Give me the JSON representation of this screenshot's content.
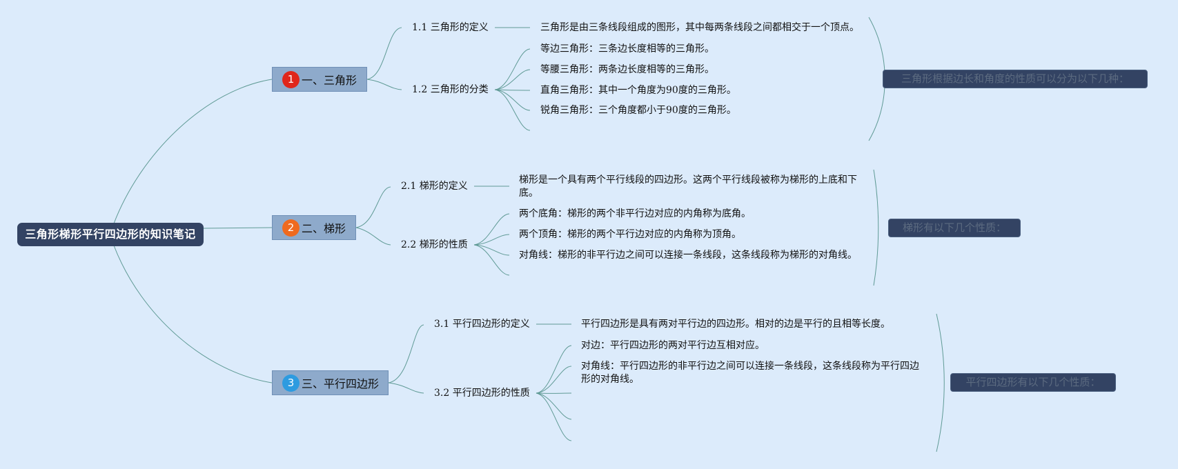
{
  "root": {
    "title": "三角形梯形平行四边形的知识笔记"
  },
  "branches": [
    {
      "number": "1",
      "color": "#e0271b",
      "title": "一、三角形",
      "subs": [
        {
          "label": "1.1 三角形的定义",
          "leaves": [
            "三角形是由三条线段组成的图形，其中每两条线段之间都相交于一个顶点。"
          ]
        },
        {
          "label": "1.2 三角形的分类",
          "leaves": [
            "等边三角形：三条边长度相等的三角形。",
            "等腰三角形：两条边长度相等的三角形。",
            "直角三角形：其中一个角度为90度的三角形。",
            "锐角三角形：三个角度都小于90度的三角形。"
          ]
        }
      ],
      "summary": "三角形根据边长和角度的性质可以分为以下几种："
    },
    {
      "number": "2",
      "color": "#ef6a1f",
      "title": "二、梯形",
      "subs": [
        {
          "label": "2.1 梯形的定义",
          "leaves": [
            "梯形是一个具有两个平行线段的四边形。这两个平行线段被称为梯形的上底和下底。"
          ]
        },
        {
          "label": "2.2 梯形的性质",
          "leaves": [
            "两个底角：梯形的两个非平行边对应的内角称为底角。",
            "两个顶角：梯形的两个平行边对应的内角称为顶角。",
            "对角线：梯形的非平行边之间可以连接一条线段，这条线段称为梯形的对角线。"
          ]
        }
      ],
      "summary": "梯形有以下几个性质："
    },
    {
      "number": "3",
      "color": "#2d9be0",
      "title": "三、平行四边形",
      "subs": [
        {
          "label": "3.1 平行四边形的定义",
          "leaves": [
            "平行四边形是具有两对平行边的四边形。相对的边是平行的且相等长度。"
          ]
        },
        {
          "label": "3.2 平行四边形的性质",
          "leaves": [
            "对边：平行四边形的两对平行边互相对应。",
            "对角线：平行四边形的非平行边之间可以连接一条线段，这条线段称为平行四边形的对角线。"
          ]
        }
      ],
      "summary": "平行四边形有以下几个性质："
    }
  ],
  "colors": {
    "background": "#dcebfb",
    "line": "#5f9a95",
    "root": "#334363",
    "branch": "#8eaacb"
  }
}
